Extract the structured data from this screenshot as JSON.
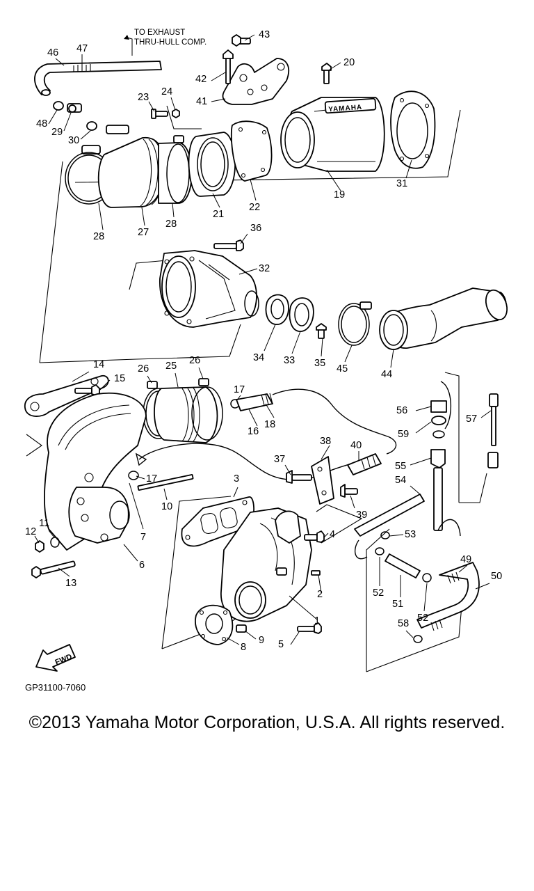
{
  "diagram": {
    "code": "GP31100-7060",
    "note_line1": "TO EXHAUST",
    "note_line2": "THRU-HULL COMP.",
    "fwd_label": "FWD",
    "badge_text": "YAMAHA",
    "callouts": [
      "43",
      "46",
      "47",
      "20",
      "42",
      "41",
      "23",
      "24",
      "48",
      "29",
      "30",
      "19",
      "31",
      "28",
      "27",
      "28",
      "21",
      "22",
      "36",
      "32",
      "34",
      "33",
      "35",
      "45",
      "44",
      "14",
      "15",
      "26",
      "25",
      "26",
      "17",
      "16",
      "18",
      "56",
      "59",
      "57",
      "38",
      "40",
      "37",
      "55",
      "54",
      "3",
      "17",
      "10",
      "39",
      "4",
      "53",
      "12",
      "11",
      "7",
      "6",
      "13",
      "52",
      "51",
      "52",
      "49",
      "50",
      "2",
      "1",
      "9",
      "5",
      "8",
      "58"
    ]
  },
  "copyright": "©2013 Yamaha Motor Corporation, U.S.A. All rights reserved."
}
